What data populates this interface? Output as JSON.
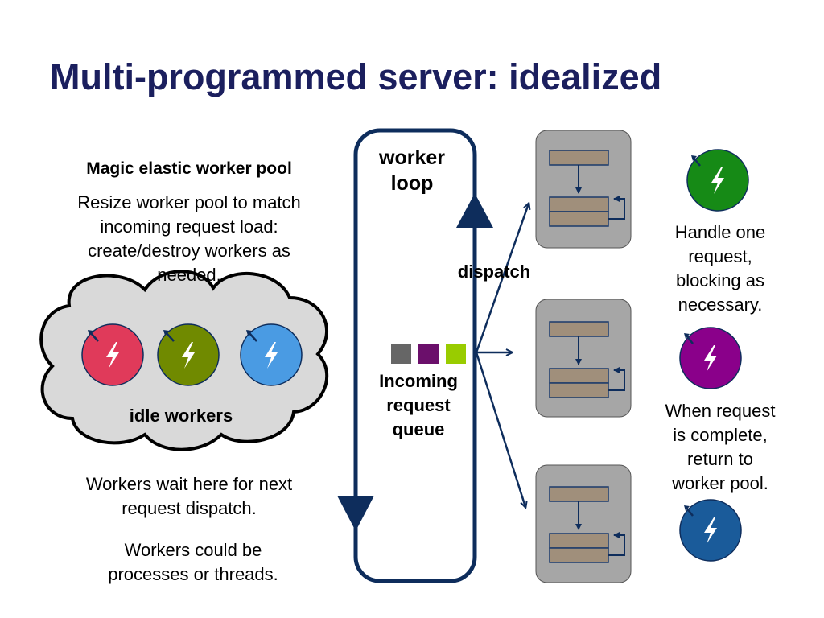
{
  "title": "Multi-programmed server: idealized",
  "left_panel": {
    "heading": "Magic elastic worker pool",
    "description_lines": [
      "Resize worker pool to match",
      "incoming request load:",
      "create/destroy workers as",
      "needed."
    ],
    "cloud_label": "idle workers",
    "wait_note_lines": [
      "Workers wait here for next",
      "request dispatch."
    ],
    "process_note_lines": [
      "Workers could be",
      "processes or threads."
    ]
  },
  "loop": {
    "label_lines": [
      "worker",
      "loop"
    ],
    "dispatch_label": "dispatch",
    "queue_label_lines": [
      "Incoming",
      "request",
      "queue"
    ]
  },
  "right_panel": {
    "handle_note_lines": [
      "Handle one",
      "request,",
      "blocking as",
      "necessary."
    ],
    "complete_note_lines": [
      "When request",
      "is complete,",
      "return to",
      "worker pool."
    ]
  },
  "colors": {
    "title": "#1b1f5e",
    "loop_stroke": "#0e2d5c",
    "idle_workers": [
      "#e03a5a",
      "#708a00",
      "#4a9be3"
    ],
    "active_workers": [
      "#168a16",
      "#8a008a",
      "#1a5b9a"
    ],
    "queue_items": [
      "#666666",
      "#6b0f6b",
      "#99cc00"
    ],
    "cloud_fill": "#d9d9d9",
    "worker_box_fill": "#a6a6a6",
    "bar_fill": "#a08f7b"
  }
}
